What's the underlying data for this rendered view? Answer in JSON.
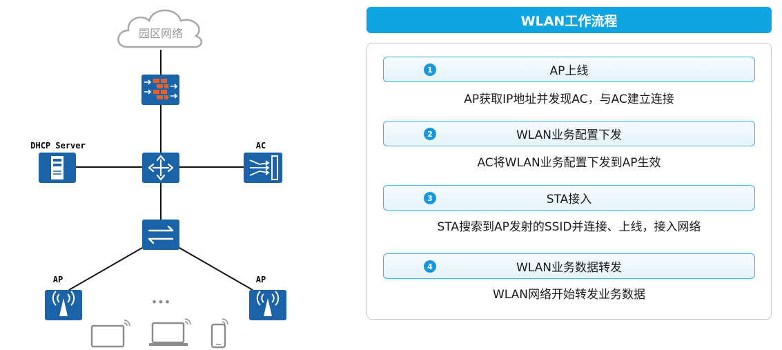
{
  "topology": {
    "cloud_label": "园区网络",
    "dhcp_label": "DHCP Server",
    "ac_label": "AC",
    "ap_left_label": "AP",
    "ap_right_label": "AP",
    "ellipsis": "•••"
  },
  "colors": {
    "device_blue": "#1b63a8",
    "line": "#111111",
    "firewall_brick": "#e5622b",
    "header_blue": "#0fa5e3",
    "step_border": "#39b2e6",
    "step_badge": "#1598dd",
    "terminal_gray": "#8c8c8c"
  },
  "icons": [
    "cloud-icon",
    "firewall-icon",
    "core-switch-icon",
    "dhcp-server-icon",
    "ac-controller-icon",
    "access-switch-icon",
    "ap-icon",
    "tablet-icon",
    "laptop-icon",
    "phone-icon",
    "wifi-signal-icon"
  ],
  "flow": {
    "title": "WLAN工作流程",
    "steps": [
      {
        "num": "1",
        "title": "AP上线",
        "desc": "AP获取IP地址并发现AC，与AC建立连接"
      },
      {
        "num": "2",
        "title": "WLAN业务配置下发",
        "desc": "AC将WLAN业务配置下发到AP生效"
      },
      {
        "num": "3",
        "title": "STA接入",
        "desc": "STA搜索到AP发射的SSID并连接、上线，接入网络"
      },
      {
        "num": "4",
        "title": "WLAN业务数据转发",
        "desc": "WLAN网络开始转发业务数据"
      }
    ]
  }
}
